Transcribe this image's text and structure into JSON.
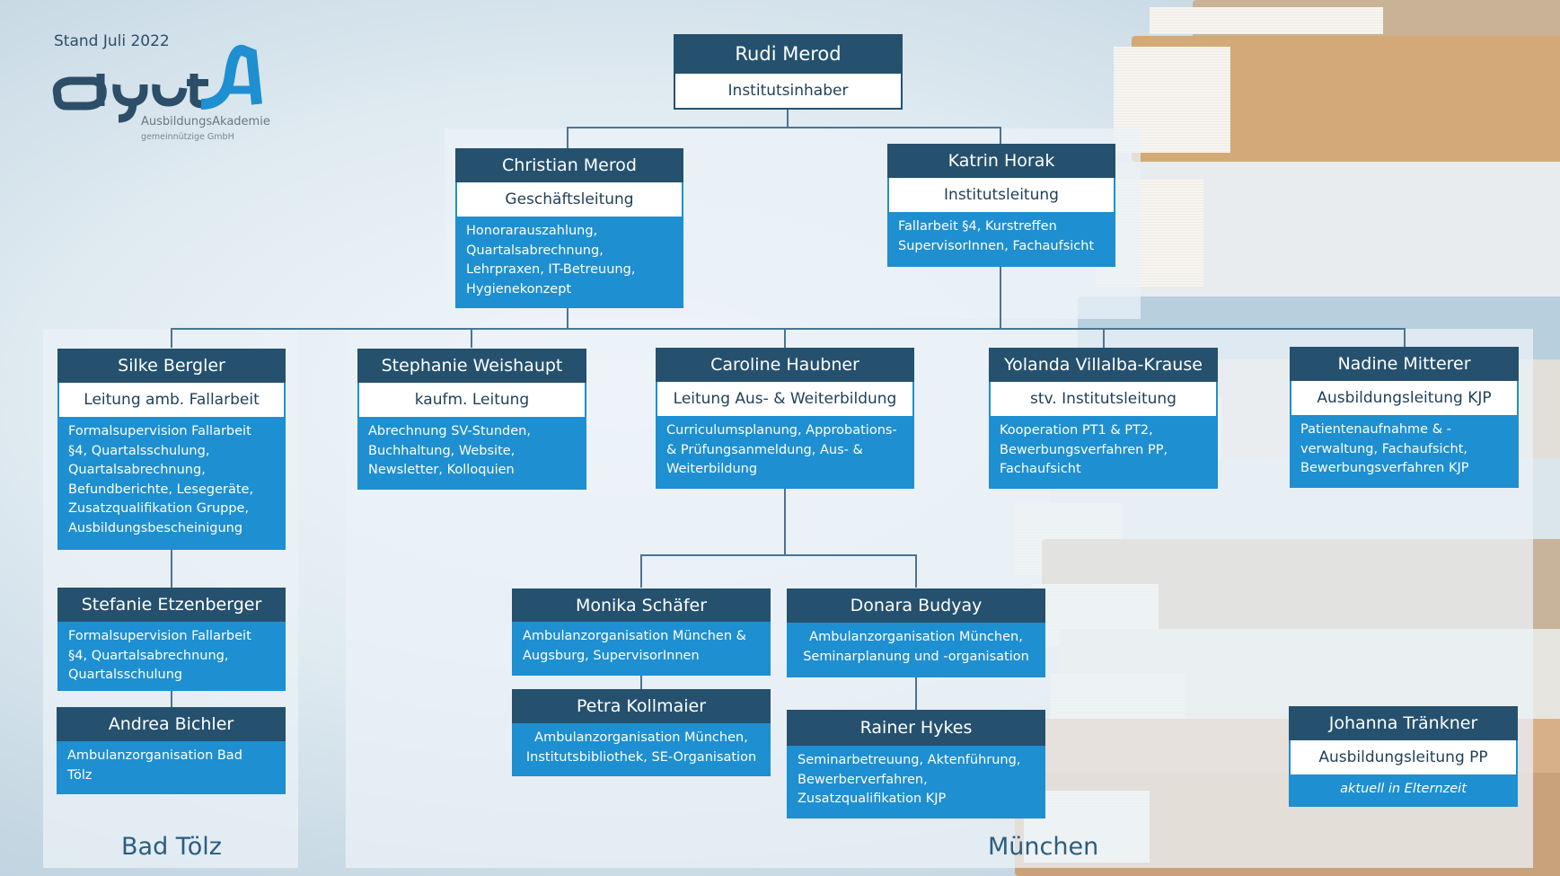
{
  "header": {
    "stand": "Stand Juli 2022",
    "logo_text": "dgvtA",
    "logo_sub1": "AusbildungsAkademie",
    "logo_sub2": "gemeinnützige GmbH"
  },
  "locations": {
    "left": "Bad Tölz",
    "right": "München"
  },
  "colors": {
    "head": "#25516f",
    "desc": "#1e8fd0",
    "role": "#ffffff",
    "line": "#4a7595",
    "label": "#2b5d80"
  },
  "nodes": {
    "merod_r": {
      "name": "Rudi Merod",
      "role": "Institutsinhaber"
    },
    "merod_c": {
      "name": "Christian Merod",
      "role": "Geschäftsleitung",
      "desc": [
        "Honorarauszahlung,",
        "Quartalsabrechnung,",
        "Lehrpraxen, IT-Betreuung,",
        "Hygienekonzept"
      ]
    },
    "horak": {
      "name": "Katrin Horak",
      "role": "Institutsleitung",
      "desc": [
        "Fallarbeit §4, Kurstreffen",
        "SupervisorInnen, Fachaufsicht"
      ]
    },
    "bergler": {
      "name": "Silke Bergler",
      "role": "Leitung amb. Fallarbeit",
      "desc": [
        "Formalsupervision Fallarbeit",
        "§4, Quartalsschulung,",
        "Quartalsabrechnung,",
        "Befundberichte, Lesegeräte,",
        "Zusatzqualifikation Gruppe,",
        "Ausbildungsbescheinigung"
      ]
    },
    "weishaupt": {
      "name": "Stephanie Weishaupt",
      "role": "kaufm. Leitung",
      "desc": [
        "Abrechnung SV-Stunden,",
        "Buchhaltung, Website,",
        "Newsletter, Kolloquien"
      ]
    },
    "haubner": {
      "name": "Caroline Haubner",
      "role": "Leitung Aus- & Weiterbildung",
      "desc": [
        "Curriculumsplanung, Approbations-",
        "& Prüfungsanmeldung, Aus- &",
        "Weiterbildung"
      ]
    },
    "villalba": {
      "name": "Yolanda Villalba-Krause",
      "role": "stv. Institutsleitung",
      "desc": [
        "Kooperation PT1 & PT2,",
        "Bewerbungsverfahren PP,",
        "Fachaufsicht"
      ]
    },
    "mitterer": {
      "name": "Nadine Mitterer",
      "role": "Ausbildungsleitung KJP",
      "desc": [
        "Patientenaufnahme & -",
        "verwaltung, Fachaufsicht,",
        "Bewerbungsverfahren KJP"
      ]
    },
    "etzenberger": {
      "name": "Stefanie Etzenberger",
      "desc": [
        "Formalsupervision Fallarbeit",
        "§4, Quartalsabrechnung,",
        "Quartalsschulung"
      ]
    },
    "bichler": {
      "name": "Andrea Bichler",
      "desc": [
        "Ambulanzorganisation Bad",
        "Tölz"
      ]
    },
    "schaefer": {
      "name": "Monika Schäfer",
      "desc": [
        "Ambulanzorganisation München &",
        "Augsburg, SupervisorInnen"
      ]
    },
    "budyay": {
      "name": "Donara Budyay",
      "desc": [
        "Ambulanzorganisation München,",
        "Seminarplanung und -organisation"
      ]
    },
    "kollmaier": {
      "name": "Petra Kollmaier",
      "desc": [
        "Ambulanzorganisation München,",
        "Institutsbibliothek, SE-Organisation"
      ]
    },
    "hykes": {
      "name": "Rainer Hykes",
      "desc": [
        "Seminarbetreuung, Aktenführung,",
        "Bewerberverfahren,",
        "Zusatzqualifikation KJP"
      ]
    },
    "traenkner": {
      "name": "Johanna Tränkner",
      "role": "Ausbildungsleitung PP",
      "desc": [
        "aktuell in Elternzeit"
      ]
    }
  }
}
